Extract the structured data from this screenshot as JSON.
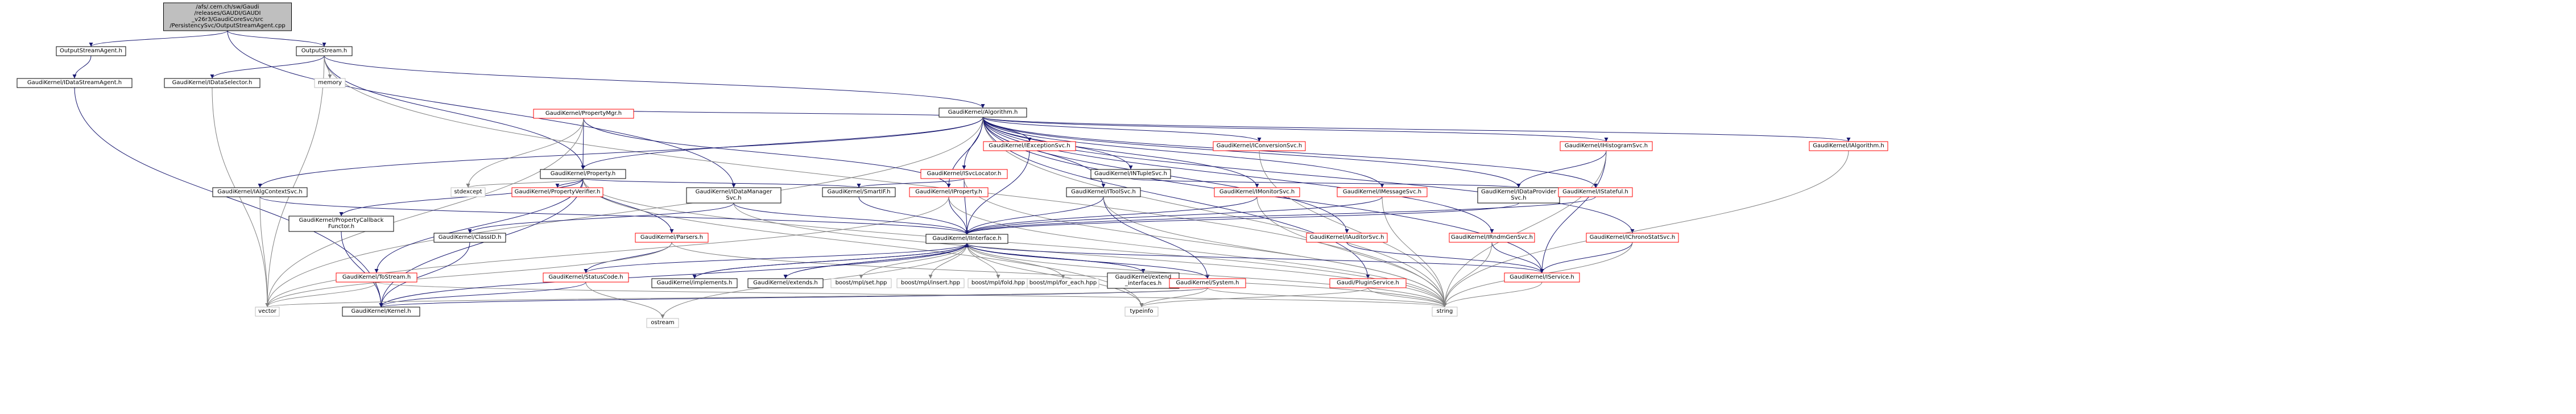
{
  "colors": {
    "root_fill": "#bfbfbf",
    "node_fill": "#ffffff",
    "node_border": "#000000",
    "truncated_border": "#ff0000",
    "edge_to_plain": "#191970",
    "edge_to_gray": "#808080"
  },
  "nodes": {
    "root": [
      "/afs/.cern.ch/sw/Gaudi",
      "/releases/GAUDI/GAUDI",
      "_v26r3/GaudiCoreSvc/src",
      "/PersistencySvc/OutputStreamAgent.cpp"
    ],
    "osagent_h": [
      "OutputStreamAgent.h"
    ],
    "outputstream_h": [
      "OutputStream.h"
    ],
    "idatastreamagent": [
      "GaudiKernel/IDataStreamAgent.h"
    ],
    "idataselector": [
      "GaudiKernel/IDataSelector.h"
    ],
    "memory": [
      "memory"
    ],
    "algorithm": [
      "GaudiKernel/Algorithm.h"
    ],
    "propertymgr": [
      "GaudiKernel/PropertyMgr.h"
    ],
    "exceptionsvc": [
      "GaudiKernel/IExceptionSvc.h"
    ],
    "svclocator": [
      "GaudiKernel/ISvcLocator.h"
    ],
    "conversionsvc": [
      "GaudiKernel/IConversionSvc.h"
    ],
    "ntuplesvc": [
      "GaudiKernel/INTupleSvc.h"
    ],
    "histogramsvc": [
      "GaudiKernel/IHistogramSvc.h"
    ],
    "ialgorithm": [
      "GaudiKernel/IAlgorithm.h"
    ],
    "property": [
      "GaudiKernel/Property.h"
    ],
    "ialgcontextsvc": [
      "GaudiKernel/IAlgContextSvc.h"
    ],
    "stdexcept": [
      "stdexcept"
    ],
    "propertyverifier": [
      "GaudiKernel/PropertyVerifier.h"
    ],
    "datamanagersvc": [
      "GaudiKernel/IDataManager",
      "Svc.h"
    ],
    "smartif": [
      "GaudiKernel/SmartIF.h"
    ],
    "iproperty": [
      "GaudiKernel/IProperty.h"
    ],
    "itoolsvc": [
      "GaudiKernel/IToolSvc.h"
    ],
    "imonitorsvc": [
      "GaudiKernel/IMonitorSvc.h"
    ],
    "imessagesvc": [
      "GaudiKernel/IMessageSvc.h"
    ],
    "idataprovider": [
      "GaudiKernel/IDataProvider",
      "Svc.h"
    ],
    "istateful": [
      "GaudiKernel/IStateful.h"
    ],
    "propcallback": [
      "GaudiKernel/PropertyCallback",
      "Functor.h"
    ],
    "classid": [
      "GaudiKernel/ClassID.h"
    ],
    "parsers": [
      "GaudiKernel/Parsers.h"
    ],
    "iinterface": [
      "GaudiKernel/IInterface.h"
    ],
    "iauditorsvc": [
      "GaudiKernel/IAuditorSvc.h"
    ],
    "irndmgensvc": [
      "GaudiKernel/IRndmGenSvc.h"
    ],
    "ichronostatsvc": [
      "GaudiKernel/IChronoStatSvc.h"
    ],
    "tostream": [
      "GaudiKernel/ToStream.h"
    ],
    "statuscode": [
      "GaudiKernel/StatusCode.h"
    ],
    "implements": [
      "GaudiKernel/implements.h"
    ],
    "extends": [
      "GaudiKernel/extends.h"
    ],
    "mpl_set": [
      "boost/mpl/set.hpp"
    ],
    "mpl_insert": [
      "boost/mpl/insert.hpp"
    ],
    "mpl_fold": [
      "boost/mpl/fold.hpp"
    ],
    "mpl_foreach": [
      "boost/mpl/for_each.hpp"
    ],
    "extend_interfaces": [
      "GaudiKernel/extend",
      "_interfaces.h"
    ],
    "system": [
      "GaudiKernel/System.h"
    ],
    "pluginservice": [
      "Gaudi/PluginService.h"
    ],
    "iservice": [
      "GaudiKernel/IService.h"
    ],
    "vector": [
      "vector"
    ],
    "kernel": [
      "GaudiKernel/Kernel.h"
    ],
    "ostream": [
      "ostream"
    ],
    "typeinfo": [
      "typeinfo"
    ],
    "string": [
      "string"
    ]
  }
}
